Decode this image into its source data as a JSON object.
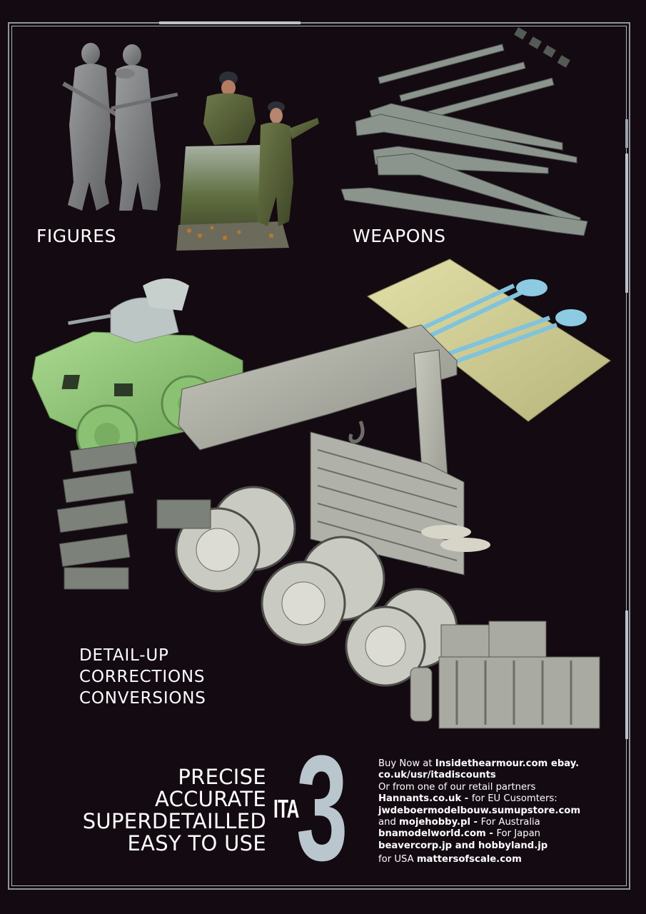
{
  "colors": {
    "background": "#140a12",
    "frame": "#aeb5bb",
    "frame_highlight": "#b9c3c9",
    "brand_numeral": "#b9c6ce",
    "text": "#ffffff"
  },
  "sections": {
    "figures": {
      "label": "FIGURES",
      "image": "painted-and-grey-resin-soldier-figures"
    },
    "weapons": {
      "label": "WEAPONS",
      "image": "rendered-rifles-and-machine-gun-parts"
    },
    "detail": {
      "lines": [
        "DETAIL-UP",
        "CORRECTIONS",
        "CONVERSIONS"
      ],
      "images": [
        "green-armoured-car-with-grey-turret",
        "yellow-resin-plate-with-blue-shovels",
        "crane-truck-render-with-wheels",
        "track-links",
        "radio-equipment-render"
      ]
    }
  },
  "taglines": [
    "PRECISE",
    "ACCURATE",
    "SUPERDETAILLED",
    "EASY TO USE"
  ],
  "brand": {
    "prefix": "ITA",
    "numeral": "3"
  },
  "retail": {
    "line1_pre": "Buy Now at ",
    "line1_bold": "Insidethearmour.com ebay.",
    "line2_bold": "co.uk/usr/itadiscounts",
    "line3": "Or from one of our retail partners",
    "line4_bold": "Hannants.co.uk - ",
    "line4_post": "for EU Cusomters:",
    "line5_bold": "jwdeboermodelbouw.sumupstore.com",
    "line6_pre": "and ",
    "line6_bold": "mojehobby.pl - ",
    "line6_post": "For Australia",
    "line7_bold": "bnamodelworld.com - ",
    "line7_post": "For Japan",
    "line8_bold": "beavercorp.jp and hobbyland.jp",
    "line9_pre": "for USA ",
    "line9_bold": "mattersofscale.com"
  }
}
